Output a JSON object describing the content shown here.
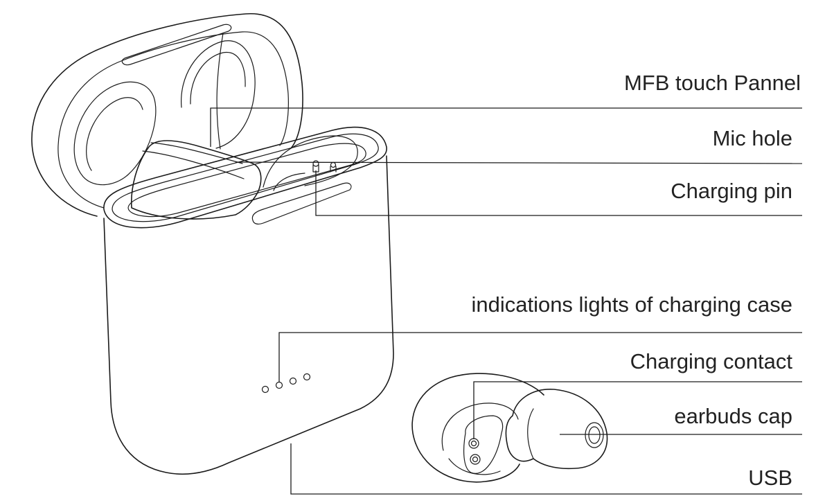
{
  "labels": {
    "mfb_touch_panel": "MFB touch Pannel",
    "mic_hole": "Mic hole",
    "charging_pin": "Charging pin",
    "indication_lights": "indications lights of charging case",
    "charging_contact": "Charging contact",
    "earbuds_cap": "earbuds cap",
    "usb": "USB"
  },
  "colors": {
    "line": "#1a1a1a",
    "text": "#222222",
    "background": "#ffffff"
  }
}
